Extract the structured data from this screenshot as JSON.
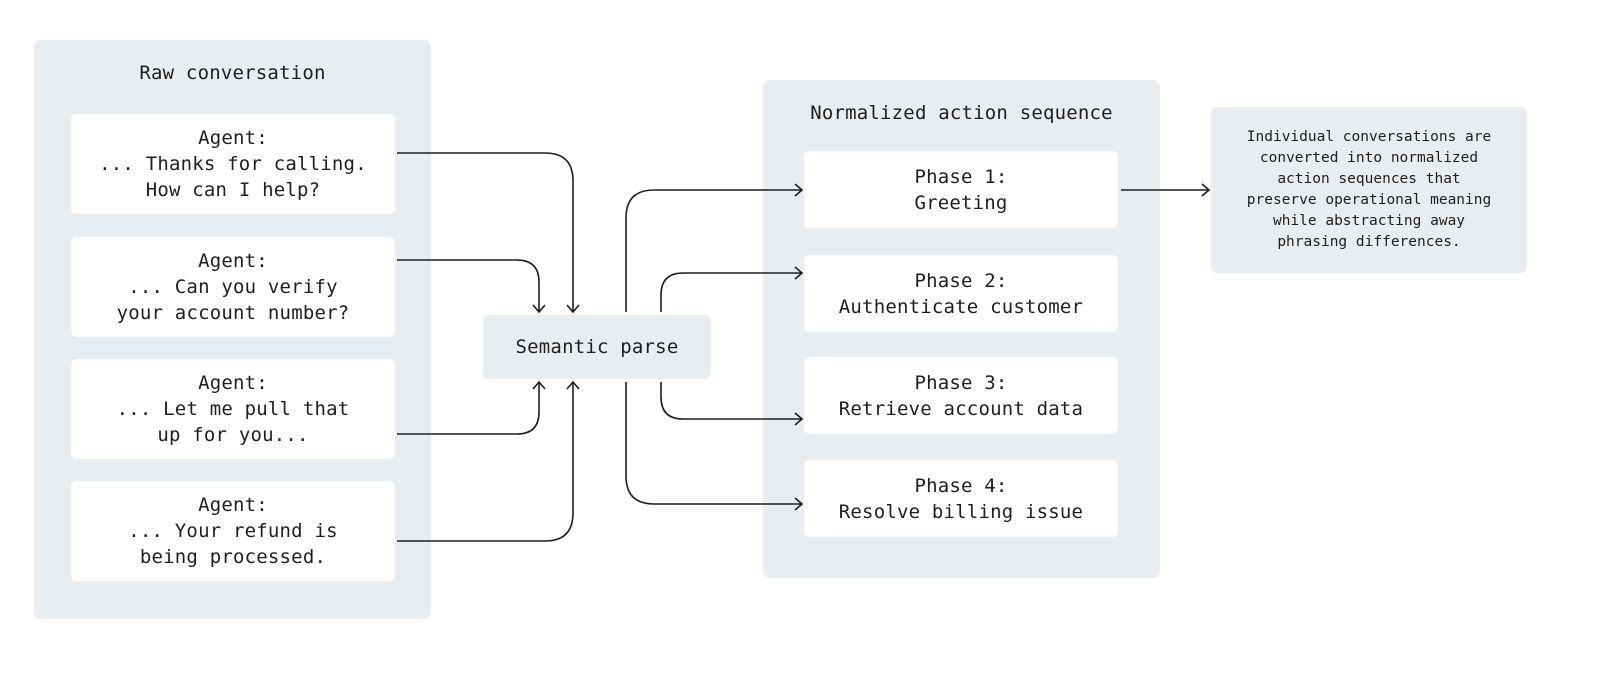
{
  "raw_panel": {
    "title": "Raw conversation",
    "cards": [
      {
        "line1": "Agent:",
        "line2": "... Thanks for calling.",
        "line3": "How can I help?"
      },
      {
        "line1": "Agent:",
        "line2": "... Can you verify",
        "line3": "your account number?"
      },
      {
        "line1": "Agent:",
        "line2": "... Let me pull that",
        "line3": "up for you..."
      },
      {
        "line1": "Agent:",
        "line2": "... Your refund is",
        "line3": "being processed."
      }
    ]
  },
  "parse": {
    "label": "Semantic parse"
  },
  "normalized_panel": {
    "title": "Normalized action sequence",
    "phases": [
      {
        "line1": "Phase 1:",
        "line2": "Greeting"
      },
      {
        "line1": "Phase 2:",
        "line2": "Authenticate customer"
      },
      {
        "line1": "Phase 3:",
        "line2": "Retrieve account data"
      },
      {
        "line1": "Phase 4:",
        "line2": "Resolve billing issue"
      }
    ]
  },
  "note": {
    "lines": [
      "Individual conversations are",
      "converted into normalized",
      "action sequences that",
      "preserve operational meaning",
      "while abstracting away",
      "phrasing differences."
    ]
  }
}
